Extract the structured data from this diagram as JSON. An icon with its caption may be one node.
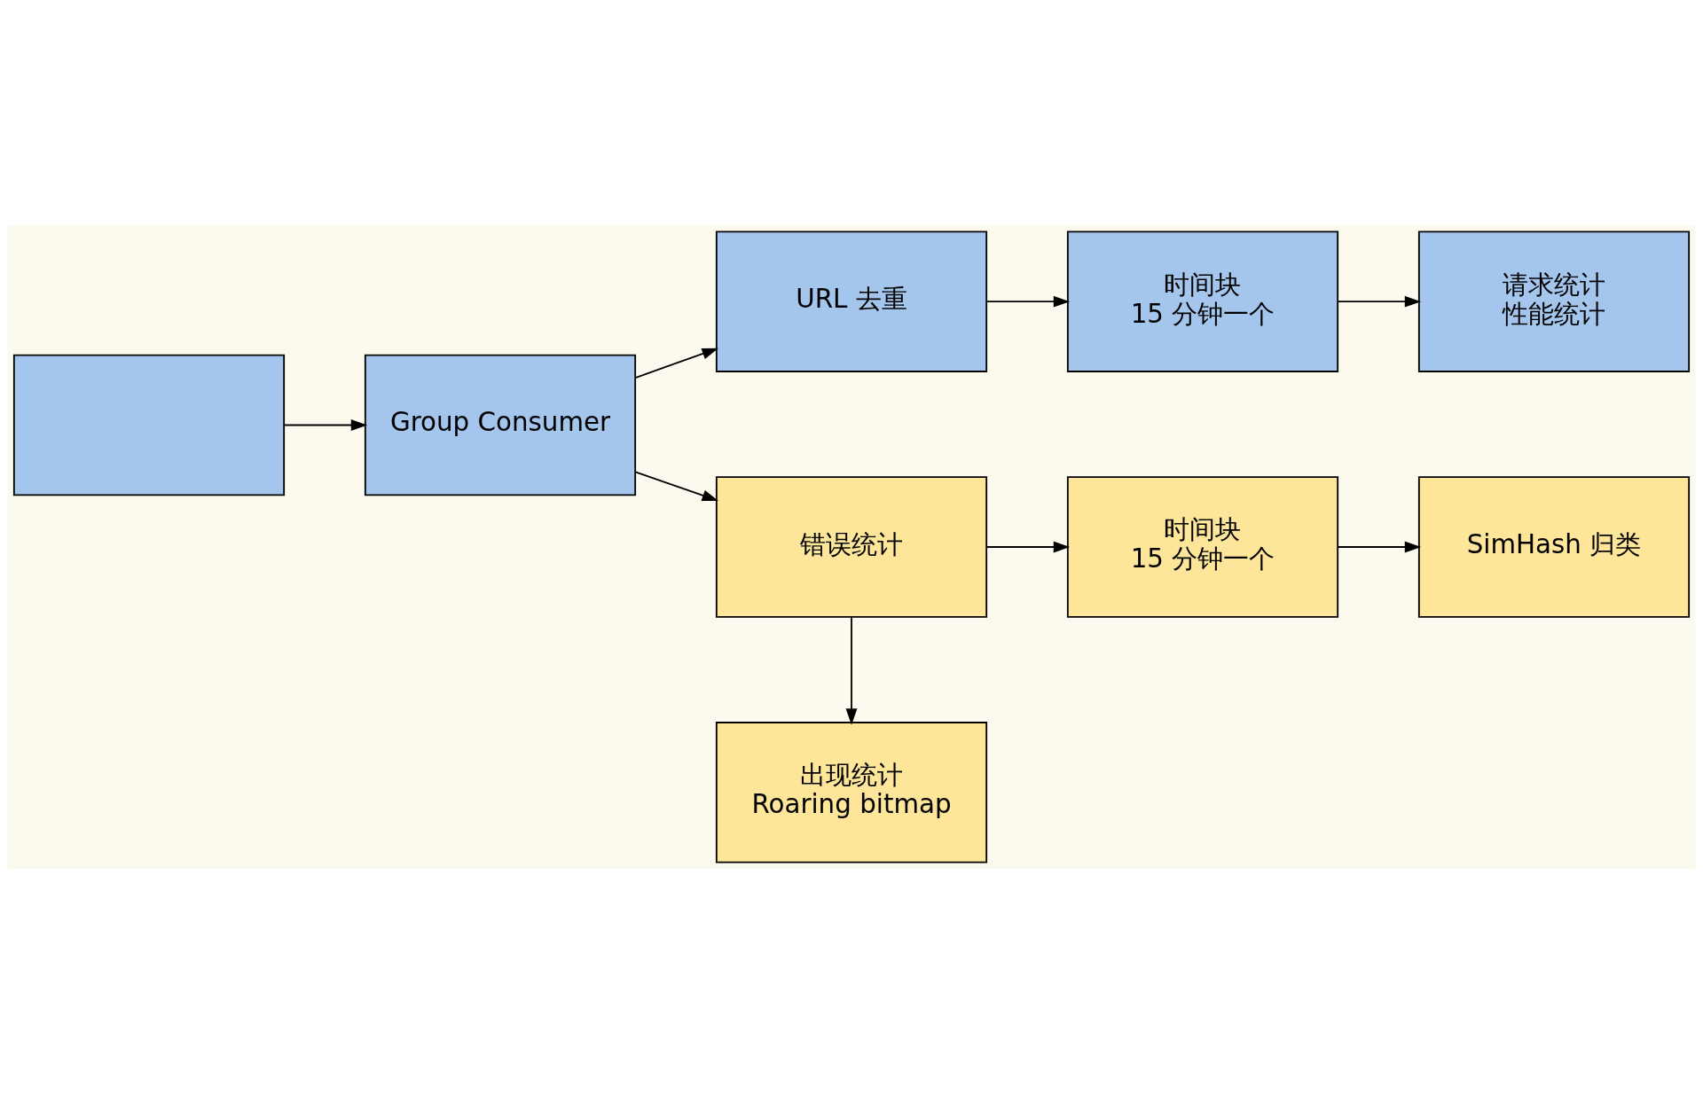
{
  "diagram": {
    "nodes": [
      {
        "text": [],
        "shape": "box"
      },
      {
        "text": [
          "Group Consumer"
        ]
      },
      {
        "text": [
          "URL 去重"
        ]
      },
      {
        "text": [
          "时间块",
          "15 分钟一个"
        ]
      },
      {
        "text": [
          "请求统计",
          "性能统计"
        ]
      },
      {
        "text": [
          "错误统计"
        ]
      },
      {
        "text": [
          "时间块",
          "15 分钟一个"
        ]
      },
      {
        "text": [
          "SimHash 归类"
        ]
      },
      {
        "text": [
          "出现统计",
          "Roaring bitmap"
        ]
      }
    ],
    "edges": [
      {
        "from": 0,
        "to": 1,
        "arrow": "to"
      },
      {
        "from": 1,
        "to": 2,
        "arrow": "to"
      },
      {
        "from": 2,
        "to": 3,
        "arrow": "to"
      },
      {
        "from": 3,
        "to": 4,
        "arrow": "to"
      },
      {
        "from": 1,
        "to": 5,
        "arrow": "to"
      },
      {
        "from": 5,
        "to": 6,
        "arrow": "to"
      },
      {
        "from": 6,
        "to": 7,
        "arrow": "to"
      },
      {
        "from": 5,
        "to": 8,
        "arrow": "to"
      }
    ]
  }
}
